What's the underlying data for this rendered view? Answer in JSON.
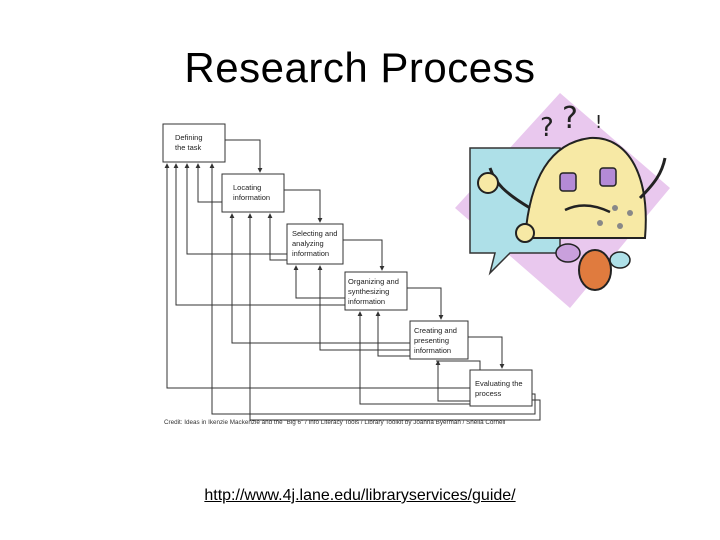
{
  "slide": {
    "title": "Research Process",
    "url": "http://www.4j.lane.edu/libraryservices/guide/",
    "credit": "Credit: Ideas in Ikenzie Mackenzie and the \"Big 6\" / Info Literacy Tools / Library Toolkit by Joanna Byerman / Sheila Cornell"
  },
  "diagram": {
    "steps": [
      {
        "lines": [
          "Defining",
          "the task"
        ]
      },
      {
        "lines": [
          "Locating",
          "information"
        ]
      },
      {
        "lines": [
          "Selecting and",
          "analyzing",
          "information"
        ]
      },
      {
        "lines": [
          "Organizing and",
          "synthesizing",
          "information"
        ]
      },
      {
        "lines": [
          "Creating and",
          "presenting",
          "information"
        ]
      },
      {
        "lines": [
          "Evaluating the",
          "process"
        ]
      }
    ]
  },
  "clipart": {
    "description_icon": "confused-character-icon",
    "colors": {
      "bg": "#e9c8ee",
      "body": "#f7e9a5",
      "bubble": "#aee0e8"
    }
  }
}
